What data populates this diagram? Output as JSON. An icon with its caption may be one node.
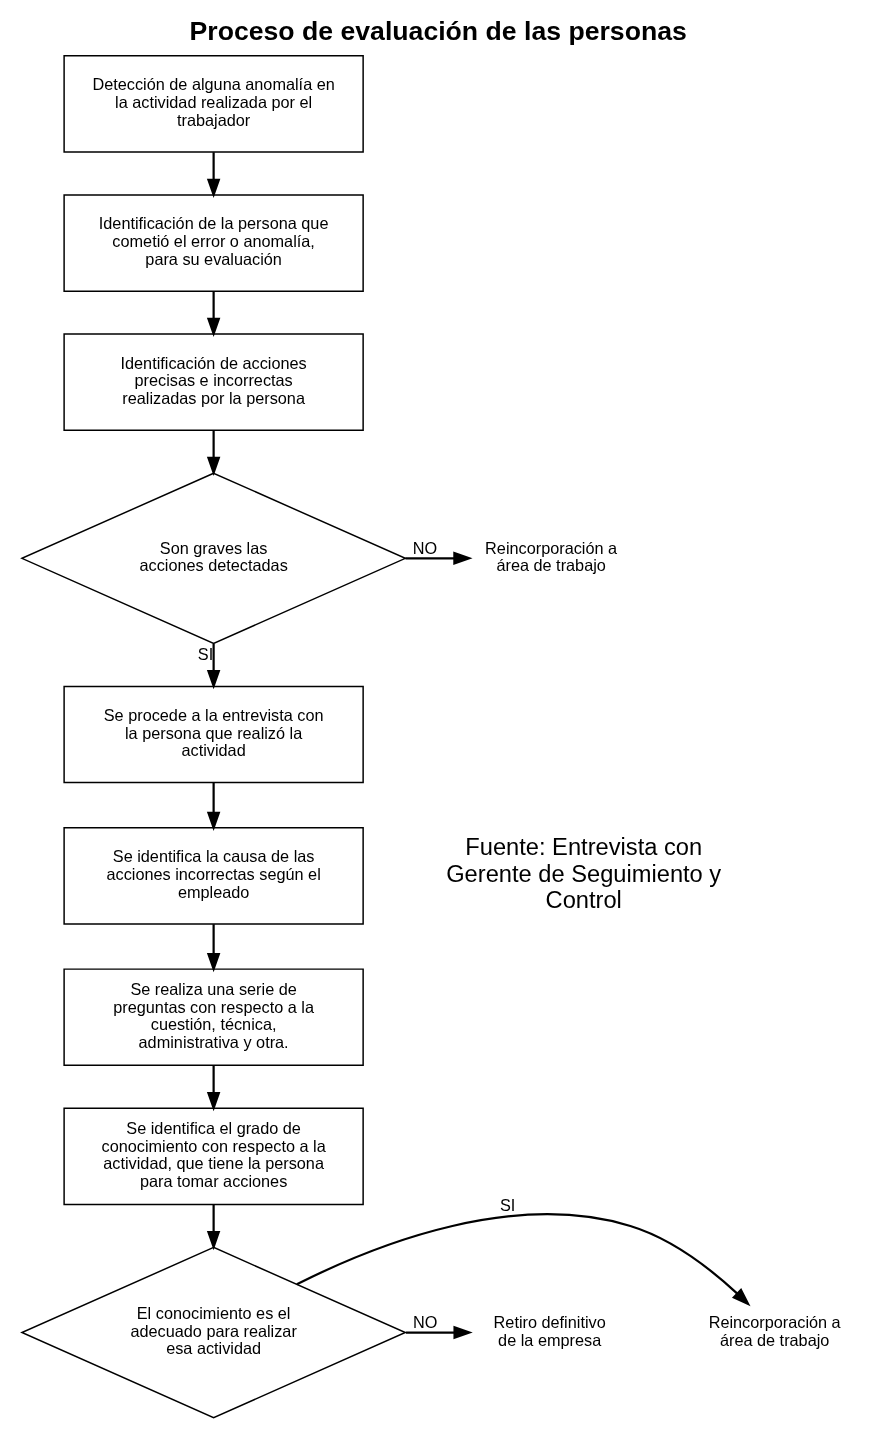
{
  "diagram": {
    "title": "Proceso de evaluación de las personas",
    "nodes": [
      {
        "text": [
          "Detección de alguna anomalía en la actividad realizada por el trabajador"
        ]
      },
      {
        "text": [
          "Identificación de la persona que cometió el error o anomalía, para su evaluación"
        ]
      },
      {
        "text": [
          "Identificación de acciones precisas e incorrectas realizadas por la persona"
        ]
      },
      {
        "text": [
          "Son graves las acciones detectadas"
        ]
      },
      {
        "text": [
          "Reincorporación a área de trabajo"
        ]
      },
      {
        "text": [
          "Se procede a la entrevista con la persona que realizó la actividad"
        ]
      },
      {
        "text": [
          "Se identifica la causa de las acciones incorrectas según el empleado"
        ]
      },
      {
        "text": [
          "Se realiza una serie de preguntas con respecto a la cuestión, técnica, administrativa y otra."
        ]
      },
      {
        "text": [
          "Se identifica el grado de conocimiento con respecto a la actividad, que tiene la persona para tomar acciones"
        ]
      },
      {
        "text": [
          "El conocimiento es el adecuado para realizar esa actividad"
        ]
      },
      {
        "text": [
          "Reincorporación a área de trabajo"
        ]
      },
      {
        "text": [
          "Retiro definitivo de la empresa"
        ]
      }
    ],
    "edges": [
      {
        "from": 0,
        "to": 1,
        "arrow": "to"
      },
      {
        "from": 1,
        "to": 2,
        "arrow": "to"
      },
      {
        "from": 2,
        "to": 3,
        "arrow": "to"
      },
      {
        "from": 3,
        "to": 4,
        "arrow": "to",
        "label": "NO"
      },
      {
        "from": 3,
        "to": 5,
        "arrow": "to",
        "label": "SI"
      },
      {
        "from": 5,
        "to": 6,
        "arrow": "to"
      },
      {
        "from": 6,
        "to": 7,
        "arrow": "to"
      },
      {
        "from": 7,
        "to": 8,
        "arrow": "to"
      },
      {
        "from": 8,
        "to": 9,
        "arrow": "to"
      },
      {
        "from": 9,
        "to": 10,
        "arrow": "to",
        "label": "SI"
      },
      {
        "from": 9,
        "to": 11,
        "arrow": "to",
        "label": "NO"
      }
    ],
    "labels": [
      "Fuente: Entrevista con Gerente de Seguimiento y Control"
    ]
  }
}
